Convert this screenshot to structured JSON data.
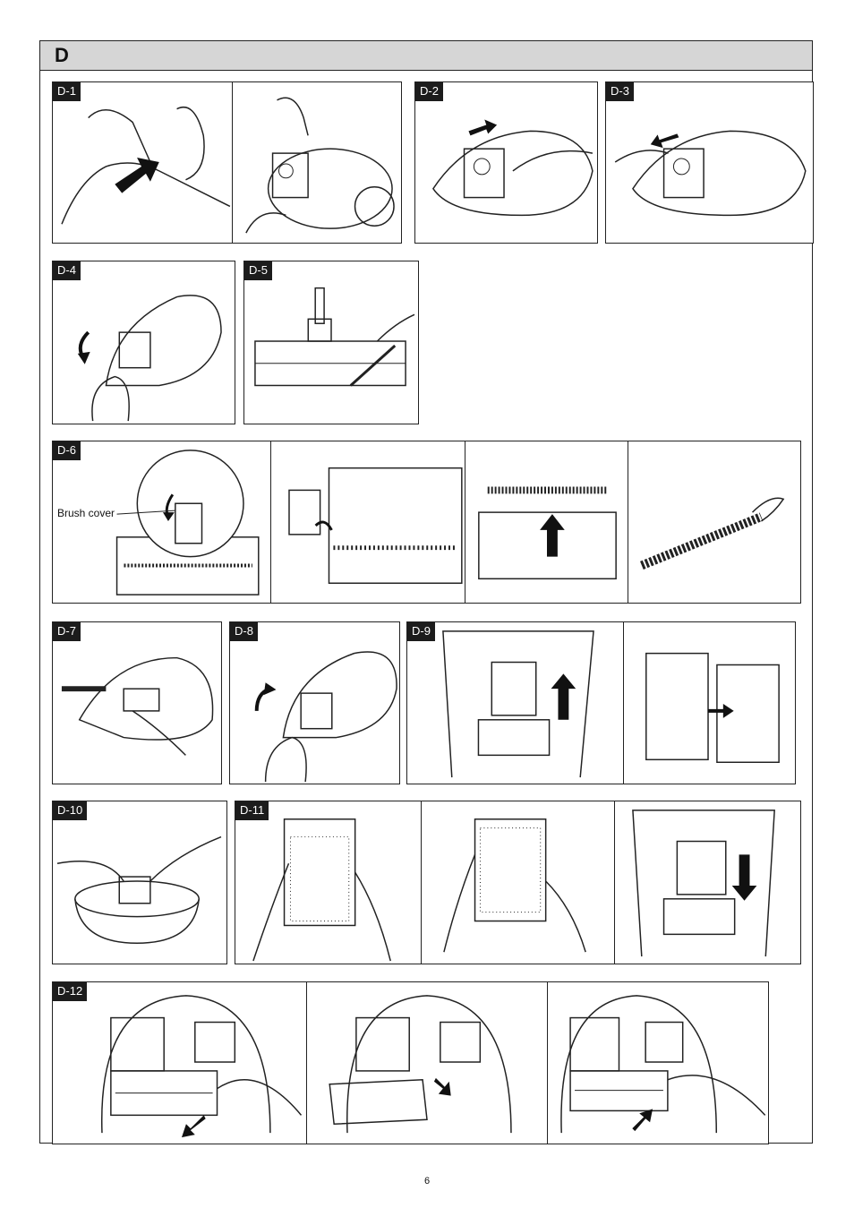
{
  "section": {
    "letter": "D"
  },
  "labels": {
    "d1": "D-1",
    "d2": "D-2",
    "d3": "D-3",
    "d4": "D-4",
    "d5": "D-5",
    "d6": "D-6",
    "d7": "D-7",
    "d8": "D-8",
    "d9": "D-9",
    "d10": "D-10",
    "d11": "D-11",
    "d12": "D-12"
  },
  "callouts": {
    "brush_cover": "Brush cover"
  },
  "footer": {
    "page_number": "6"
  }
}
